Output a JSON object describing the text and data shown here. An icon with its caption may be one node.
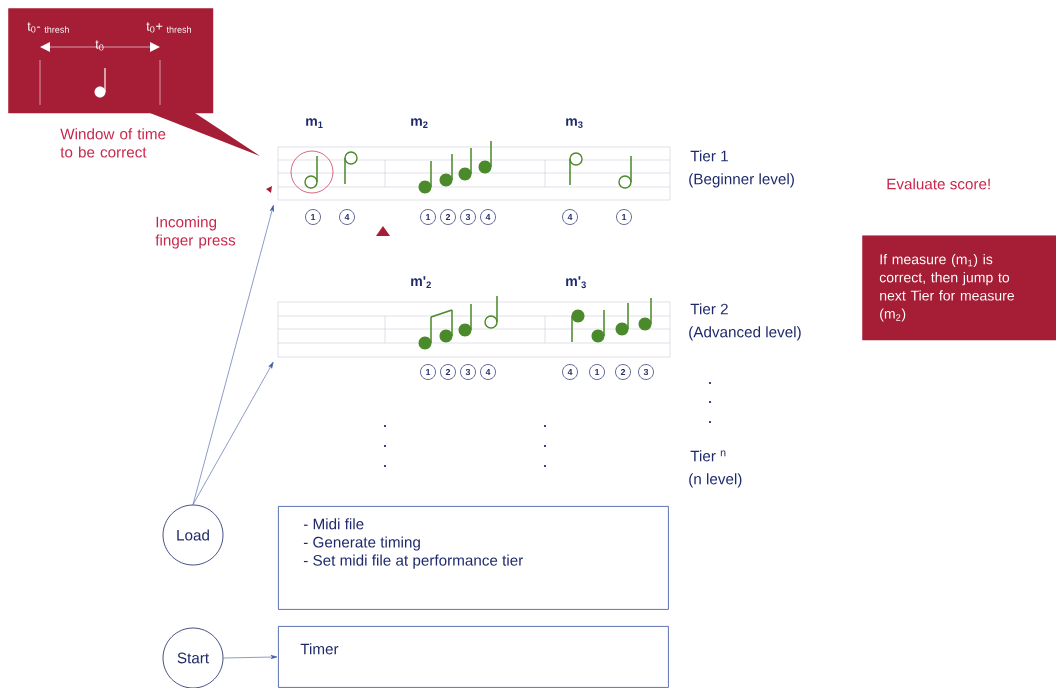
{
  "diagram": {
    "nodes": [
      {
        "text": [
          "t$_{0}$- $_{thresh}$",
          "t$_{0}$",
          "t$_{0}$+ $_{thresh}$"
        ],
        "beside": [
          "Window of time to be correct"
        ]
      },
      {
        "text": [],
        "shape": "box"
      },
      {
        "text": [
          "Evaluate score!",
          "If measure (m$_{1}$) is correct, then jump to next Tier for measure (m$_{2}$)"
        ]
      },
      {
        "text": [],
        "shape": "box"
      },
      {
        "text": [
          "Load"
        ]
      },
      {
        "text": [
          "- Midi file",
          "- Generate timing",
          "- Set midi file at performance tier"
        ]
      },
      {
        "text": [
          "Start"
        ]
      },
      {
        "text": [
          "Timer"
        ]
      }
    ],
    "edges": [
      {
        "from": 4,
        "to": 1,
        "arrow": "to"
      },
      {
        "from": 4,
        "to": 3,
        "arrow": "to"
      },
      {
        "from": 6,
        "to": 7,
        "arrow": "to"
      }
    ],
    "labels": [
      "m$_{1}$",
      "m$_{2}$",
      "m$_{3}$",
      "Tier 1",
      "(Beginner level)",
      "Incoming finger press",
      "1",
      "4",
      "1",
      "2",
      "3",
      "4",
      "4",
      "1",
      "m'$_{2}$",
      "m'$_{3}$",
      "Tier 2",
      "(Advanced level)",
      "1",
      "2",
      "3",
      "4",
      "4",
      "1",
      "2",
      "3",
      "Tier $^{n}$",
      "(n level)"
    ]
  }
}
